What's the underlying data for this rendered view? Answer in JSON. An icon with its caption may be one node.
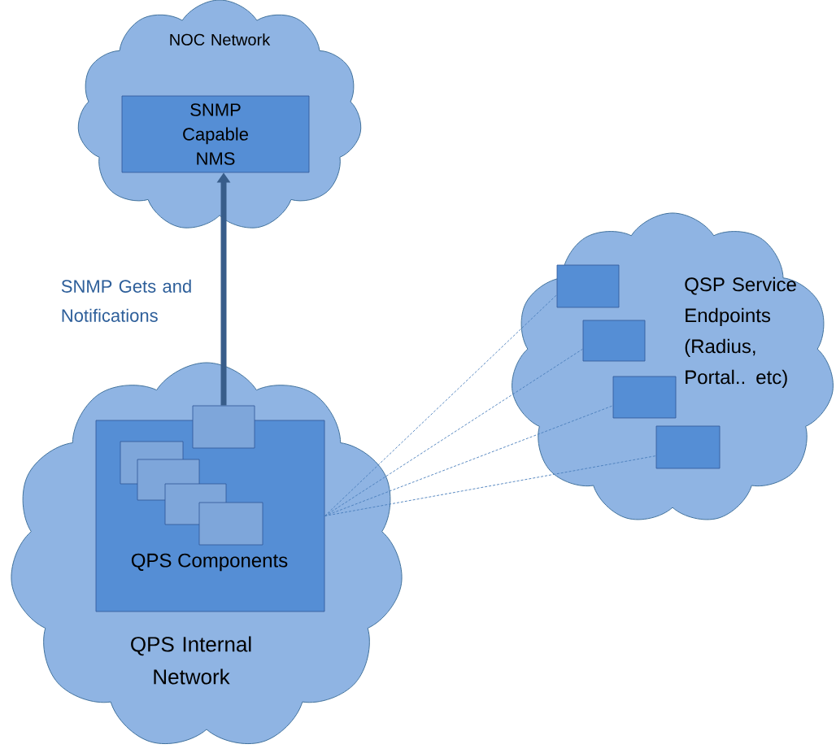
{
  "diagram": {
    "nodes": [
      {
        "text": [
          "NOC Network"
        ]
      },
      {
        "text": [
          "SNMP Capable NMS"
        ],
        "in": 0
      },
      {
        "text": [
          "QPS Internal Network"
        ]
      },
      {
        "text": [
          "QPS Components"
        ],
        "in": 2
      },
      {
        "text": [],
        "shape": "box",
        "in": 2
      },
      {
        "text": [],
        "shape": "box",
        "in": 3
      },
      {
        "text": [],
        "shape": "box",
        "in": 3
      },
      {
        "text": [],
        "shape": "box",
        "in": 3
      },
      {
        "text": [],
        "shape": "box",
        "in": 3
      },
      {
        "text": [
          "QSP Service Endpoints (Radius, Portal.. etc)"
        ]
      },
      {
        "text": [],
        "shape": "box",
        "in": 9
      },
      {
        "text": [],
        "shape": "box",
        "in": 9
      },
      {
        "text": [],
        "shape": "box",
        "in": 9
      },
      {
        "text": [],
        "shape": "box",
        "in": 9
      }
    ],
    "edges": [
      {
        "from": 4,
        "to": 1,
        "arrow": "to",
        "label": "SNMP Gets and Notifications",
        "style": "thick",
        "color": "#385d8a"
      },
      {
        "from": 3,
        "to": 10,
        "arrow": "none",
        "style": "dashed"
      },
      {
        "from": 3,
        "to": 11,
        "arrow": "none",
        "style": "dashed"
      },
      {
        "from": 3,
        "to": 12,
        "arrow": "none",
        "style": "dashed"
      },
      {
        "from": 3,
        "to": 13,
        "arrow": "none",
        "style": "dashed"
      }
    ]
  }
}
